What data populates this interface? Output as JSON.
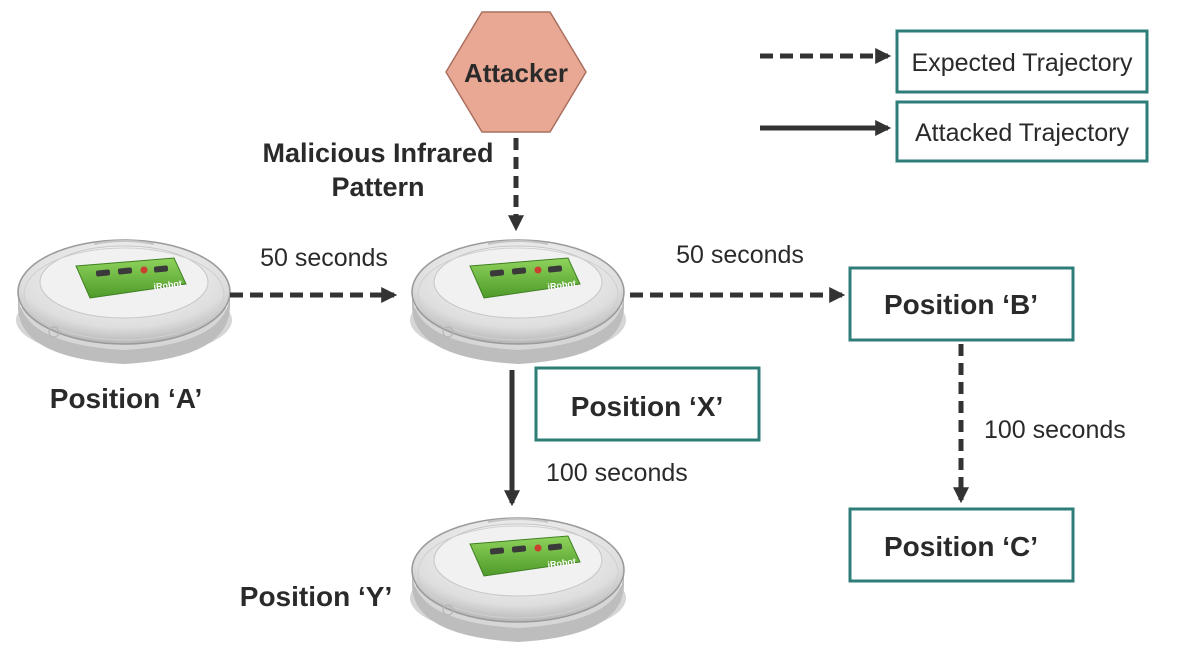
{
  "attacker": {
    "label": "Attacker",
    "fill": "#e9a893"
  },
  "attack_label": {
    "line1": "Malicious Infrared",
    "line2": "Pattern"
  },
  "legend": {
    "expected": "Expected Trajectory",
    "attacked": "Attacked Trajectory"
  },
  "positions": {
    "a": "Position ‘A’",
    "b": "Position ‘B’",
    "c": "Position ‘C’",
    "x": "Position ‘X’",
    "y": "Position ‘Y’"
  },
  "durations": {
    "a_to_x": "50 seconds",
    "x_to_b": "50 seconds",
    "b_to_c": "100 seconds",
    "x_to_y": "100 seconds"
  },
  "colors": {
    "box_border": "#2e7d78",
    "arrow": "#333333",
    "robot_accent": "#6cbf3b"
  }
}
